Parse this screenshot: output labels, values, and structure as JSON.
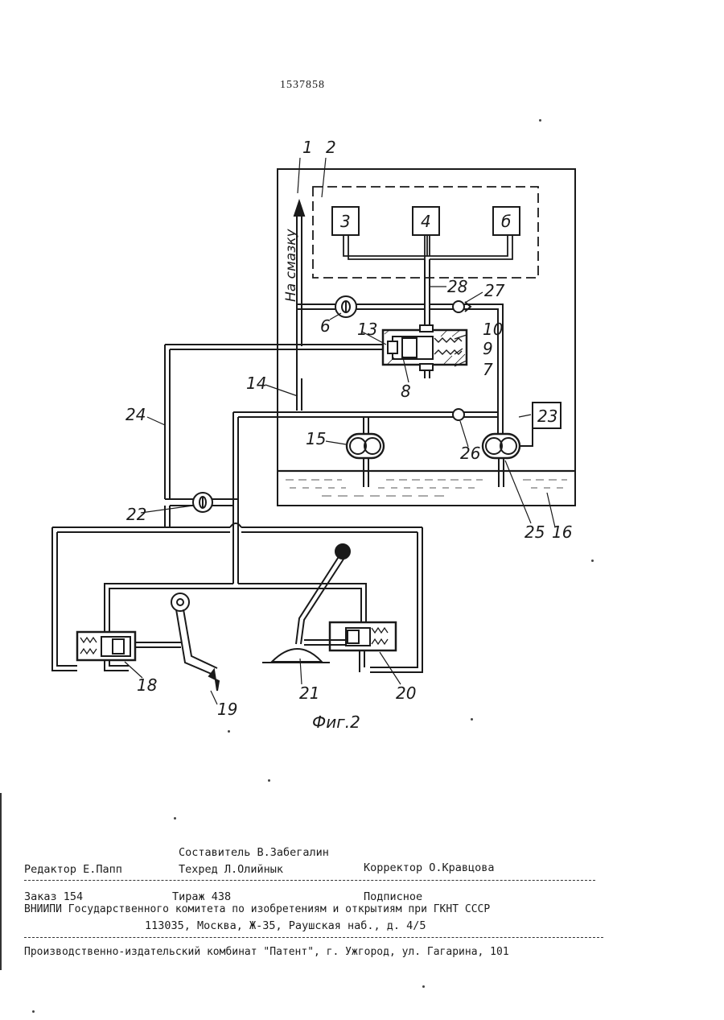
{
  "patent_number": "1537858",
  "figure": {
    "caption": "Фиг.2",
    "vertical_label": "На смазку",
    "part_labels": {
      "l1": "1",
      "l2": "2",
      "l3": "3",
      "l4": "4",
      "l5": "б",
      "l6": "6",
      "l7": "7",
      "l8": "8",
      "l9": "9",
      "l10": "10",
      "l13": "13",
      "l14": "14",
      "l15": "15",
      "l16": "16",
      "l18": "18",
      "l19": "19",
      "l20": "20",
      "l21": "21",
      "l22": "22",
      "l23": "23",
      "l24": "24",
      "l25": "25",
      "l26": "26",
      "l27": "27",
      "l28": "28"
    }
  },
  "imprint": {
    "compiler": "Составитель В.Забегалин",
    "editor": "Редактор Е.Папп",
    "techred": "Техред Л.Олийнык",
    "corrector": "Корректор О.Кравцова",
    "order": "Заказ 154",
    "circulation": "Тираж 438",
    "subscription": "Подписное",
    "institute": "ВНИИПИ Государственного комитета по изобретениям и открытиям при ГКНТ СССР",
    "address": "113035, Москва, Ж-35, Раушская наб., д. 4/5",
    "printer": "Производственно-издательский комбинат \"Патент\", г. Ужгород, ул. Гагарина, 101"
  }
}
